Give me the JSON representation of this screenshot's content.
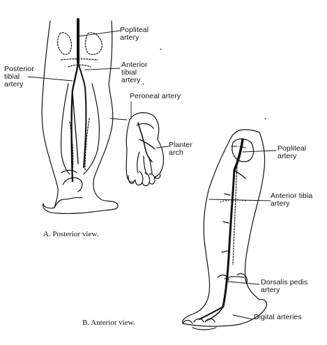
{
  "figure": {
    "labels": {
      "popliteal_a": "Popliteal\nartery",
      "posterior_tibial": "Posterior\ntibial\nartery",
      "anterior_tibial": "Anterior\ntibial\nartery",
      "peroneal": "Peroneal artery",
      "plantar_arch": "Planter\narch",
      "popliteal_b": "Popliteal\nartery",
      "anterior_tibia": "Anterior tibia\nartery",
      "dorsalis_pedis": "Dorsalis pedis\nartery",
      "digital": "Digital arteries"
    },
    "captions": {
      "posterior_view": "A. Posterior view.",
      "anterior_view": "B. Anterior view."
    }
  }
}
